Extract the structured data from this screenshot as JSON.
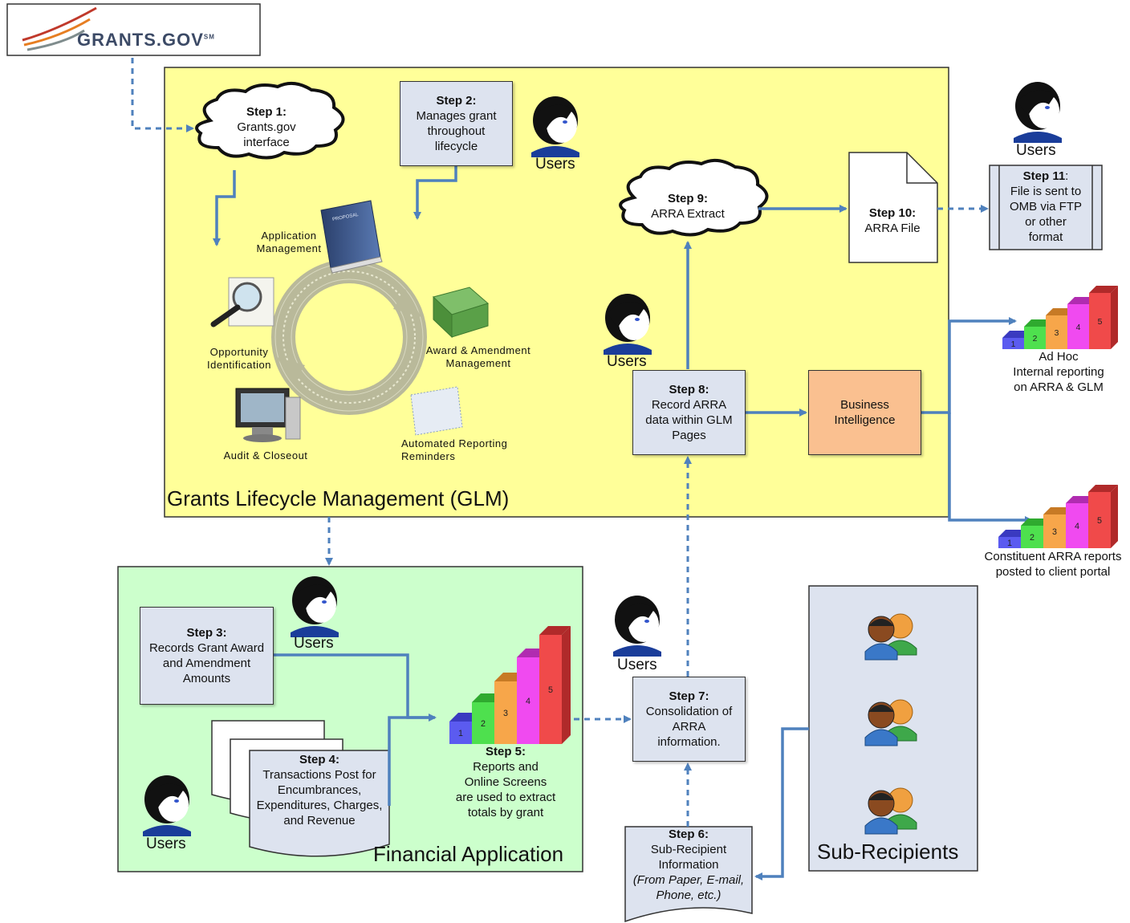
{
  "logo": {
    "text": "GRANTS.GOV",
    "tm": "SM"
  },
  "regions": {
    "glm_title": "Grants Lifecycle Management (GLM)",
    "financial_title": "Financial Application",
    "subrecipients_title": "Sub-Recipients"
  },
  "users_label": "Users",
  "steps": {
    "s1": {
      "head": "Step 1:",
      "body": [
        "Grants.gov",
        "interface"
      ]
    },
    "s2": {
      "head": "Step 2:",
      "body": [
        "Manages grant",
        "throughout",
        "lifecycle"
      ]
    },
    "s3": {
      "head": "Step 3:",
      "body": [
        "Records Grant Award",
        "and Amendment",
        "Amounts"
      ]
    },
    "s4": {
      "head": "Step 4:",
      "body": [
        "Transactions Post for",
        "Encumbrances,",
        "Expenditures, Charges,",
        "and Revenue"
      ]
    },
    "s5": {
      "head": "Step 5:",
      "body": [
        "Reports and",
        "Online Screens",
        "are used to extract",
        "totals by grant"
      ]
    },
    "s6": {
      "head": "Step 6:",
      "body": [
        "Sub-Recipient",
        "Information"
      ],
      "italic": [
        "(From Paper, E-mail,",
        "Phone, etc.)"
      ]
    },
    "s7": {
      "head": "Step 7:",
      "body": [
        "Consolidation of",
        "ARRA",
        "information."
      ]
    },
    "s8": {
      "head": "Step 8:",
      "body": [
        "Record ARRA",
        "data within GLM",
        "Pages"
      ]
    },
    "s9": {
      "head": "Step 9:",
      "body": [
        "ARRA Extract"
      ]
    },
    "s10": {
      "head": "Step 10:",
      "body": [
        "ARRA File"
      ]
    },
    "s11": {
      "head": "Step 11",
      "headsuffix": ":",
      "body": [
        "File is sent to",
        "OMB via FTP",
        "or other",
        "format"
      ]
    }
  },
  "bi": [
    "Business",
    "Intelligence"
  ],
  "cycle": {
    "app_mgmt": [
      "Application",
      "Management"
    ],
    "proposal": "PROPOSAL",
    "opportunity": [
      "Opportunity",
      "Identification"
    ],
    "award": [
      "Award & Amendment",
      "Management"
    ],
    "audit": "Audit & Closeout",
    "reminders": [
      "Automated Reporting",
      "Reminders"
    ]
  },
  "reports": {
    "adhoc": [
      "Ad Hoc",
      "Internal reporting",
      "on ARRA & GLM"
    ],
    "constituent": [
      "Constituent ARRA reports",
      "posted to client portal"
    ]
  },
  "bar_numbers": [
    "1",
    "2",
    "3",
    "4",
    "5"
  ],
  "colors": {
    "glm_bg": "#ffff99",
    "fin_bg": "#ccffcc",
    "sub_bg": "#dde3ef",
    "bi_bg": "#fac090",
    "arrow": "#4f81bd"
  }
}
